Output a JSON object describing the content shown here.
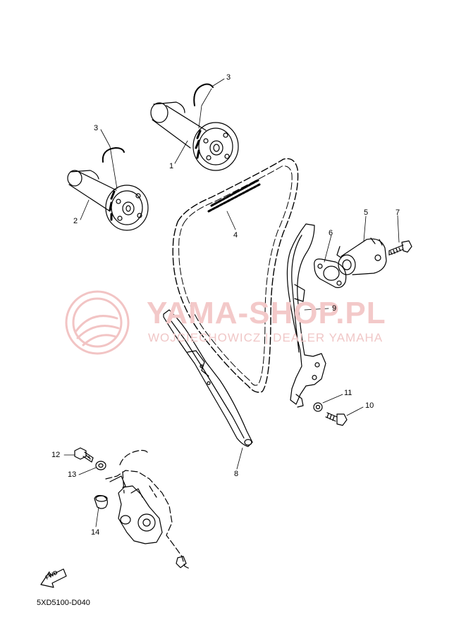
{
  "watermark": {
    "title": "YAMA-SHOP.PL",
    "subtitle": "WOJCIECHOWICZ | DEALER YAMAHA"
  },
  "callouts": {
    "c1": "1",
    "c2": "2",
    "c3a": "3",
    "c3b": "3",
    "c4": "4",
    "c5": "5",
    "c6": "6",
    "c7": "7",
    "c8": "8",
    "c9": "9",
    "c10": "10",
    "c11": "11",
    "c12": "12",
    "c13": "13",
    "c14": "14"
  },
  "fwd_label": "FWD",
  "diagram_code": "5XD5100-D040",
  "colors": {
    "line": "#000000",
    "watermark": "#f3c9c9"
  }
}
